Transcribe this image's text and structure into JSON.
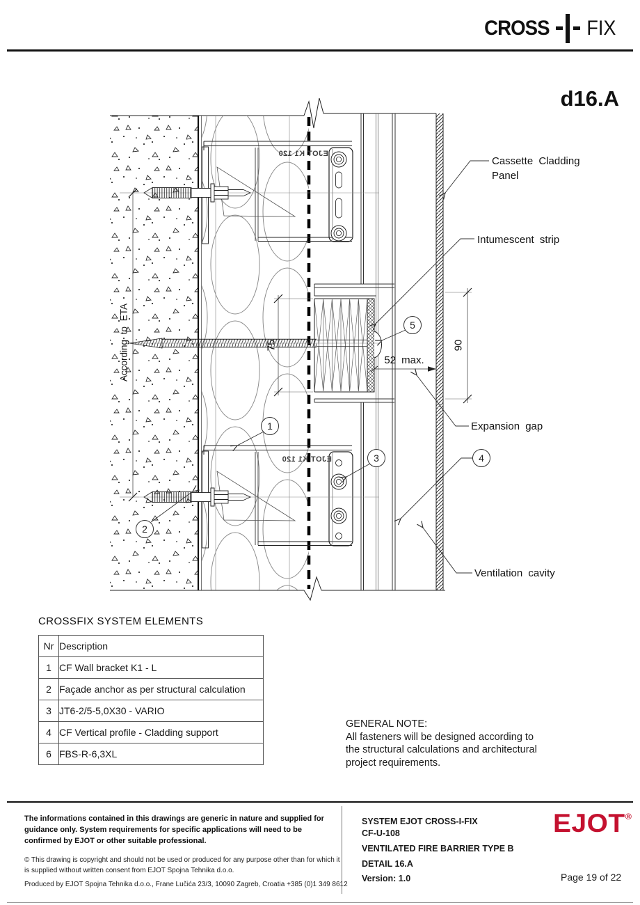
{
  "header": {
    "brand_cross": "CROSS",
    "brand_fix": "FIX",
    "detail_ref": "d16.A"
  },
  "drawing": {
    "labels": {
      "cassette_line1": "Cassette Cladding",
      "cassette_line2": "Panel",
      "intumescent": "Intumescent strip",
      "expansion": "Expansion gap",
      "ventilation": "Ventilation cavity",
      "eta": "According to ETA"
    },
    "dims": {
      "gap": "52 max.",
      "joint": "90",
      "barrier": "75"
    },
    "bracket_stamp": "EJOT K1 120",
    "callouts": {
      "c1": "1",
      "c2": "2",
      "c3": "3",
      "c4": "4",
      "c5": "5"
    }
  },
  "elements": {
    "title": "CROSSFIX SYSTEM ELEMENTS",
    "col_nr": "Nr",
    "col_desc": "Description",
    "rows": [
      {
        "nr": "1",
        "desc": "CF Wall bracket K1 - L"
      },
      {
        "nr": "2",
        "desc": "Façade anchor as per structural calculation"
      },
      {
        "nr": "3",
        "desc": "JT6-2/5-5,0X30 - VARIO"
      },
      {
        "nr": "4",
        "desc": "CF Vertical profile - Cladding support"
      },
      {
        "nr": "6",
        "desc": "FBS-R-6,3XL"
      }
    ]
  },
  "note": {
    "title": "GENERAL NOTE:",
    "lines": [
      "All fasteners will be designed according to",
      "the structural calculations and architectural",
      "project requirements."
    ]
  },
  "footer": {
    "disclaimer": "The informations contained in this drawings are generic in nature and supplied for guidance only. System requirements for specific applications will need to be confirmed by EJOT or other suitable professional.",
    "copyright": "© This drawing is copyright and should not be used or produced for any purpose other than for which it is supplied without written consent from EJOT Spojna Tehnika d.o.o.",
    "produced": "Produced by EJOT Spojna Tehnika d.o.o., Frane Lučića 23/3, 10090 Zagreb, Croatia +385 (0)1 349 8612",
    "system_line1": "SYSTEM EJOT CROSS-I-FIX",
    "system_line2": "CF-U-108",
    "type_line": "VENTILATED FIRE BARRIER TYPE B",
    "detail_line": "DETAIL 16.A",
    "version_line": "Version: 1.0",
    "page_label": "Page 19 of 22",
    "ejot_logo": "EJOT",
    "ejot_reg": "®",
    "ejot_red": "#C4112F"
  }
}
